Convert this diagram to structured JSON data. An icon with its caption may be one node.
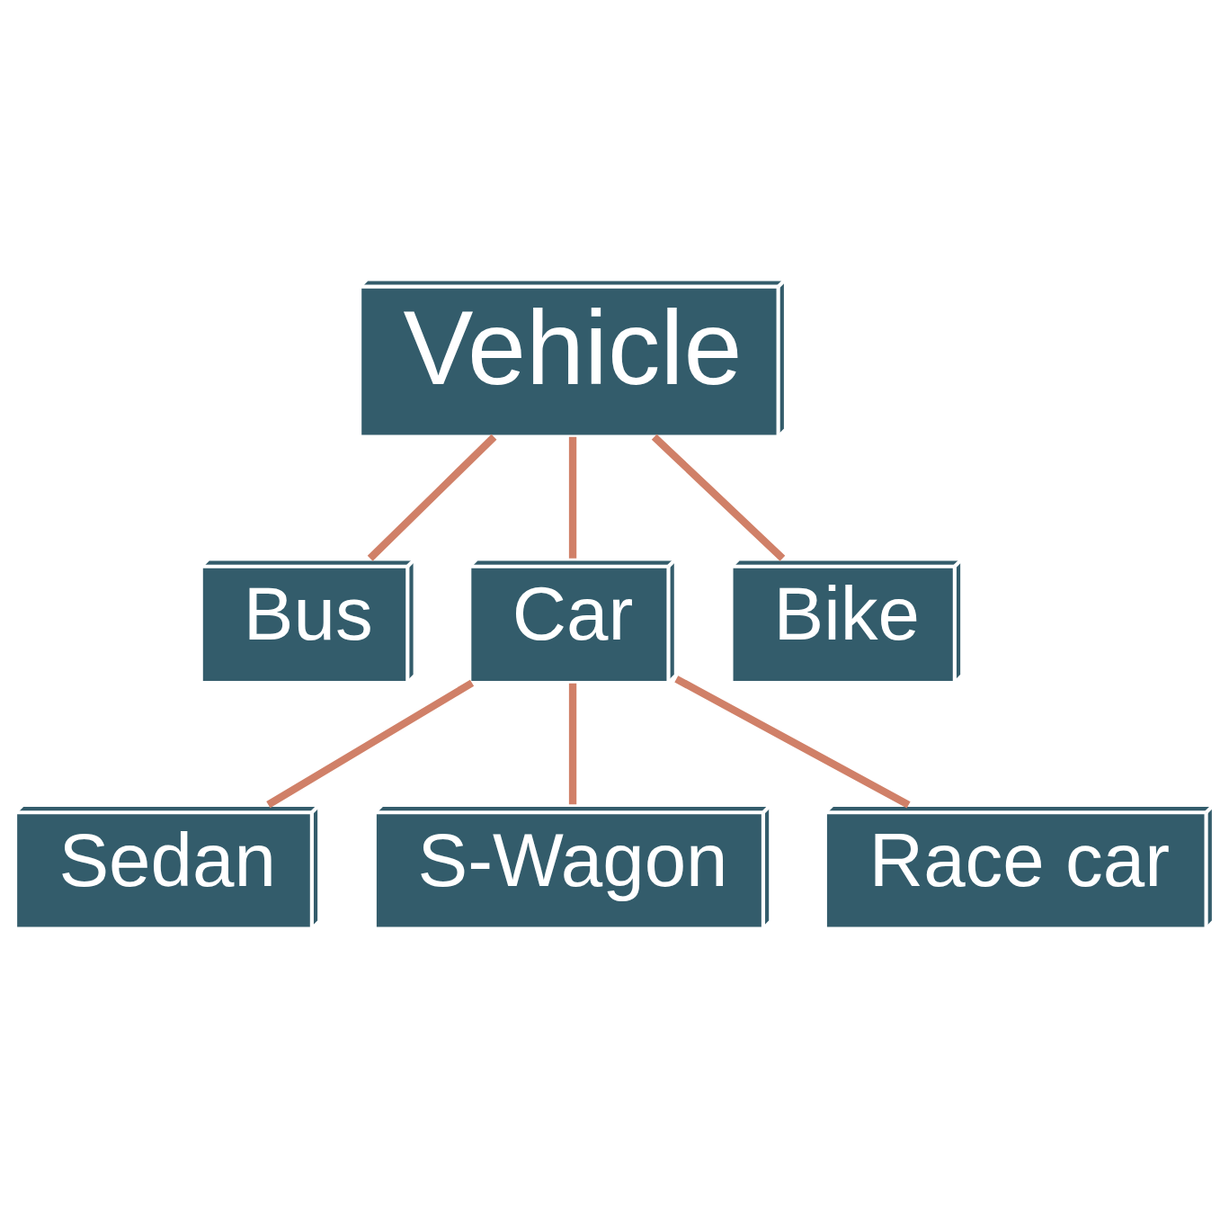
{
  "diagram": {
    "nodes": [
      {
        "text": [
          "Vehicle"
        ]
      },
      {
        "text": [
          "Bus"
        ]
      },
      {
        "text": [
          "Car"
        ]
      },
      {
        "text": [
          "Bike"
        ]
      },
      {
        "text": [
          "Sedan"
        ]
      },
      {
        "text": [
          "S-Wagon"
        ]
      },
      {
        "text": [
          "Race car"
        ]
      }
    ],
    "edges": [
      {
        "from": 0,
        "to": 1,
        "arrow": "none"
      },
      {
        "from": 0,
        "to": 2,
        "arrow": "none"
      },
      {
        "from": 0,
        "to": 3,
        "arrow": "none"
      },
      {
        "from": 2,
        "to": 4,
        "arrow": "none"
      },
      {
        "from": 2,
        "to": 5,
        "arrow": "none"
      },
      {
        "from": 2,
        "to": 6,
        "arrow": "none"
      }
    ]
  }
}
